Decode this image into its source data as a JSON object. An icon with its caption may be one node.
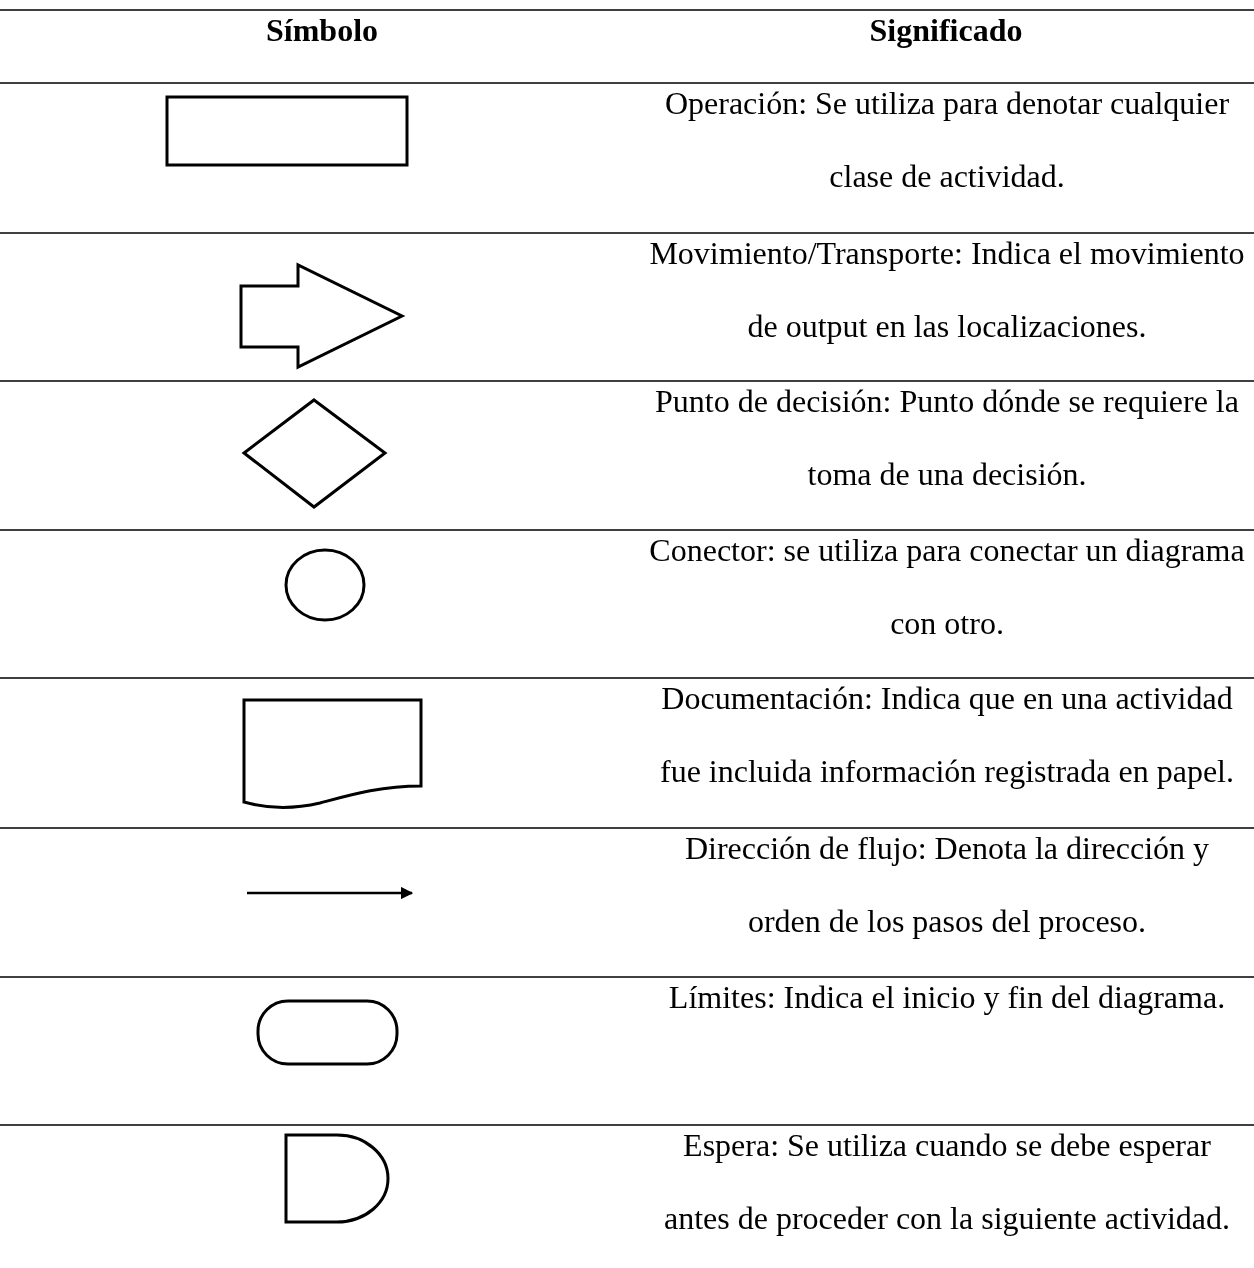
{
  "diagram": {
    "labels": [
      "Símbolo",
      "Significado",
      "Operación: Se utiliza para denotar cualquier clase de actividad.",
      "Movimiento/Transporte: Indica el movimiento de output en las localizaciones.",
      "Punto de decisión: Punto dónde se requiere la toma de una decisión.",
      "Conector: se utiliza para conectar un diagrama con otro.",
      "Documentación: Indica que en una actividad fue incluida información registrada en papel.",
      "Dirección de flujo: Denota la dirección y orden de los pasos del proceso.",
      "Límites: Indica el inicio y fin del diagrama.",
      "Espera: Se utiliza cuando se debe esperar antes de proceder con la siguiente actividad."
    ]
  }
}
